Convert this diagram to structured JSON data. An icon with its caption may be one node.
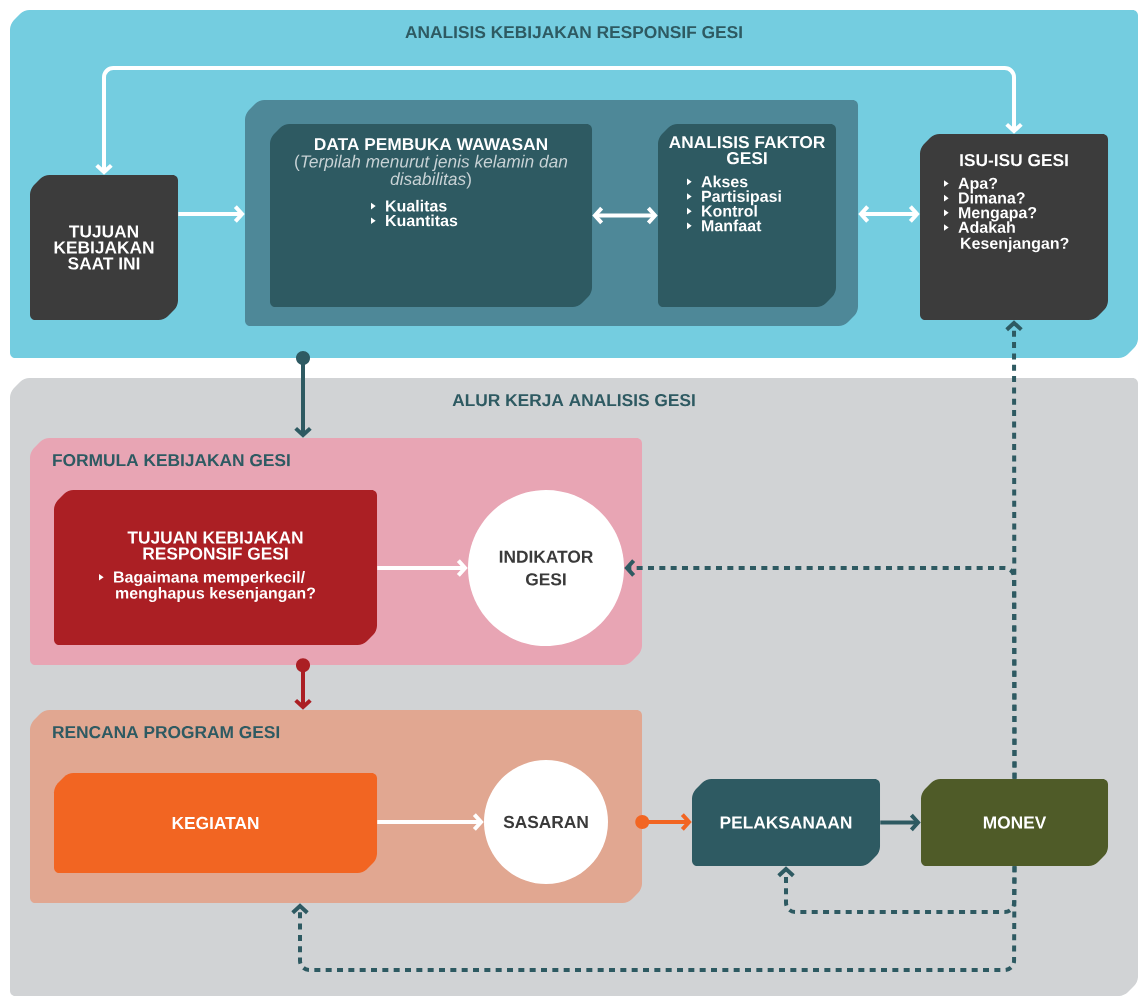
{
  "diagram": {
    "nodes": [
      {
        "text": [
          "ANALISIS KEBIJAKAN RESPONSIF GESI"
        ]
      },
      {
        "text": [
          "TUJUAN KEBIJAKAN SAAT INI"
        ],
        "in": 0
      },
      {
        "text": [],
        "shape": "box",
        "in": 0
      },
      {
        "text": [
          "DATA PEMBUKA WAWASAN",
          "(*Terpilah menurut jenis kelamin dan disabilitas*)",
          "Kualitas",
          "Kuantitas"
        ],
        "in": 2
      },
      {
        "text": [
          "ANALISIS FAKTOR GESI",
          "Akses",
          "Partisipasi",
          "Kontrol",
          "Manfaat"
        ],
        "in": 2
      },
      {
        "text": [
          "ISU-ISU GESI",
          "Apa?",
          "Dimana?",
          "Mengapa?",
          "Adakah Kesenjangan?"
        ],
        "in": 0
      },
      {
        "text": [
          "ALUR KERJA ANALISIS GESI"
        ]
      },
      {
        "text": [
          "FORMULA KEBIJAKAN GESI"
        ],
        "in": 6
      },
      {
        "text": [
          "TUJUAN KEBIJAKAN RESPONSIF GESI",
          "Bagaimana memperkecil/ menghapus kesenjangan?"
        ],
        "in": 7
      },
      {
        "text": [
          "INDIKATOR GESI"
        ],
        "in": 7
      },
      {
        "text": [
          "RENCANA PROGRAM GESI"
        ],
        "in": 6
      },
      {
        "text": [
          "KEGIATAN"
        ],
        "in": 10
      },
      {
        "text": [
          "SASARAN"
        ],
        "in": 10
      },
      {
        "text": [
          "PELAKSANAAN"
        ],
        "in": 6
      },
      {
        "text": [
          "MONEV"
        ],
        "in": 6
      }
    ],
    "edges": [
      {
        "from": 1,
        "to": 5,
        "arrow": "both"
      },
      {
        "from": 1,
        "to": 2,
        "arrow": "to"
      },
      {
        "from": 3,
        "to": 4,
        "arrow": "both"
      },
      {
        "from": 2,
        "to": 5,
        "arrow": "both"
      },
      {
        "from": 2,
        "to": 7,
        "arrow": "to",
        "color": "#2e5a62"
      },
      {
        "from": 8,
        "to": 9,
        "arrow": "to"
      },
      {
        "from": 7,
        "to": 10,
        "arrow": "to",
        "color": "#ab1f24"
      },
      {
        "from": 11,
        "to": 12,
        "arrow": "to"
      },
      {
        "from": 10,
        "to": 13,
        "arrow": "to",
        "color": "#f26522"
      },
      {
        "from": 13,
        "to": 14,
        "arrow": "to",
        "color": "#2e5a62"
      },
      {
        "from": 14,
        "to": 5,
        "arrow": "to",
        "style": "dashed",
        "color": "#2e5a62"
      },
      {
        "from": 14,
        "to": 9,
        "arrow": "to",
        "style": "dashed",
        "color": "#2e5a62"
      },
      {
        "from": 14,
        "to": 13,
        "arrow": "to",
        "style": "dashed",
        "color": "#2e5a62"
      },
      {
        "from": 14,
        "to": 10,
        "arrow": "to",
        "style": "dashed",
        "color": "#2e5a62"
      }
    ]
  }
}
